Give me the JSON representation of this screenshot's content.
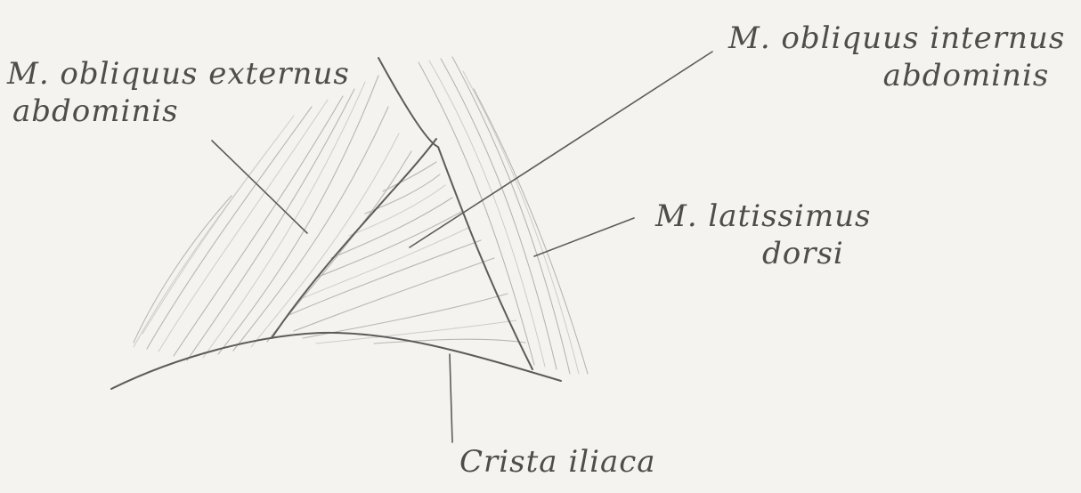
{
  "labels": {
    "obliquus_externus": {
      "line1": "M. obliquus externus",
      "line2": "abdominis"
    },
    "obliquus_internus": {
      "line1": "M. obliquus internus",
      "line2": "abdominis"
    },
    "latissimus_dorsi": {
      "line1": "M. latissimus",
      "line2": "dorsi"
    },
    "crista_iliaca": {
      "line1": "Crista iliaca"
    }
  },
  "colors": {
    "paper": "#f5f3ef",
    "pencil": "#5d5c5a",
    "shading": "#b9b6b1"
  }
}
